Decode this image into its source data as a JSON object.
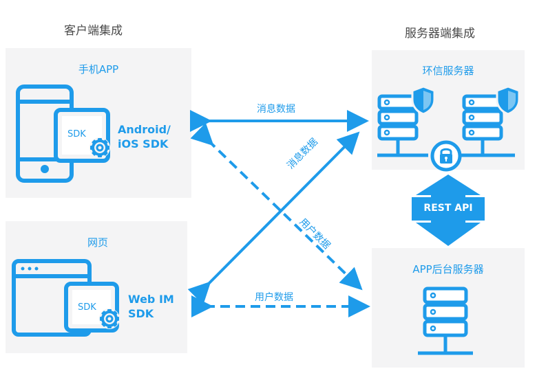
{
  "headings": {
    "client": "客户端集成",
    "server": "服务器端集成"
  },
  "client": {
    "mobile": {
      "title": "手机APP",
      "device_badge": "SDK",
      "sdk_line1": "Android/",
      "sdk_line2": "iOS SDK"
    },
    "web": {
      "title": "网页",
      "device_badge": "SDK",
      "sdk_line1": "Web IM",
      "sdk_line2": "SDK"
    }
  },
  "server": {
    "huanxin": {
      "title": "环信服务器"
    },
    "rest_api": "REST API",
    "app_backend": {
      "title": "APP后台服务器"
    }
  },
  "arrows": {
    "top_horizontal": "消息数据",
    "diagonal_up": "消息数据",
    "diagonal_down": "用户数据",
    "bottom_horizontal": "用户数据"
  },
  "colors": {
    "accent": "#1e9bea",
    "panel_bg": "#f4f4f5",
    "heading_text": "#4a4a4a"
  }
}
